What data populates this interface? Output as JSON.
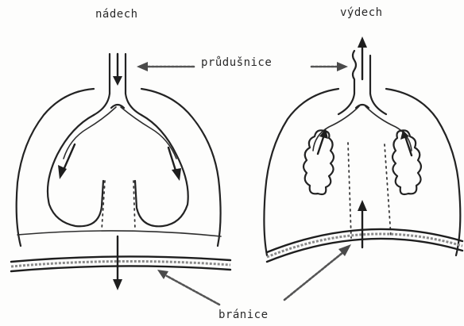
{
  "labels": {
    "inhale": "nádech",
    "exhale": "výdech",
    "bronchi": "průdušnice",
    "diaphragm": "bránice"
  }
}
